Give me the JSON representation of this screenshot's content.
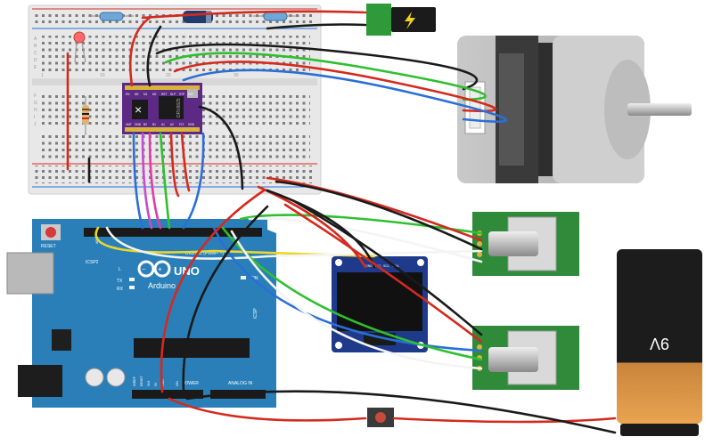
{
  "arduino": {
    "brand": "Arduino",
    "model": "UNO",
    "reset_label": "RESET",
    "icsp2_label": "ICSP2",
    "icsp_label": "ICSP",
    "digital_label": "DIGITAL (PWM= ~)",
    "tx_label": "TX",
    "rx_label": "RX",
    "l_label": "L",
    "on_label": "ON",
    "power_label": "POWER",
    "analog_label": "ANALOG IN",
    "aref_label": "AREF",
    "gnd_label": "GND",
    "ioref_label": "IOREF",
    "reset_pin_label": "RESET",
    "v33_label": "3V3",
    "v5_label": "5V",
    "vin_label": "VIN"
  },
  "driver": {
    "chip_label": "DRV8825",
    "pins_top": [
      "EN",
      "M0",
      "M1",
      "M2",
      "RST",
      "SLP",
      "STP",
      "DIR"
    ],
    "pins_bottom": [
      "VMT",
      "GND",
      "B2",
      "B1",
      "A1",
      "A2",
      "FLT",
      "GND"
    ]
  },
  "oled": {
    "pin_labels": [
      "GND",
      "VCC",
      "SCL",
      "SDA"
    ]
  },
  "battery": {
    "label": "9V"
  },
  "breadboard": {
    "row_letters": [
      "A",
      "B",
      "C",
      "D",
      "E",
      "F",
      "G",
      "H",
      "I",
      "J"
    ],
    "col_numbers": [
      "1",
      "10",
      "20",
      "30"
    ]
  },
  "wire_colors": {
    "red": "#d42a1e",
    "black": "#1a1a1a",
    "blue": "#2a6fd6",
    "green": "#2fbf2f",
    "yellow": "#ead72a",
    "white": "#f4f4f4",
    "pink": "#e23aa8",
    "magenta": "#c54bd1"
  },
  "component_colors": {
    "arduino_board": "#2a7fb8",
    "encoder_pcb": "#2f8a3a",
    "oled_pcb": "#1f3a8a",
    "driver_pcb": "#5c2a85"
  }
}
